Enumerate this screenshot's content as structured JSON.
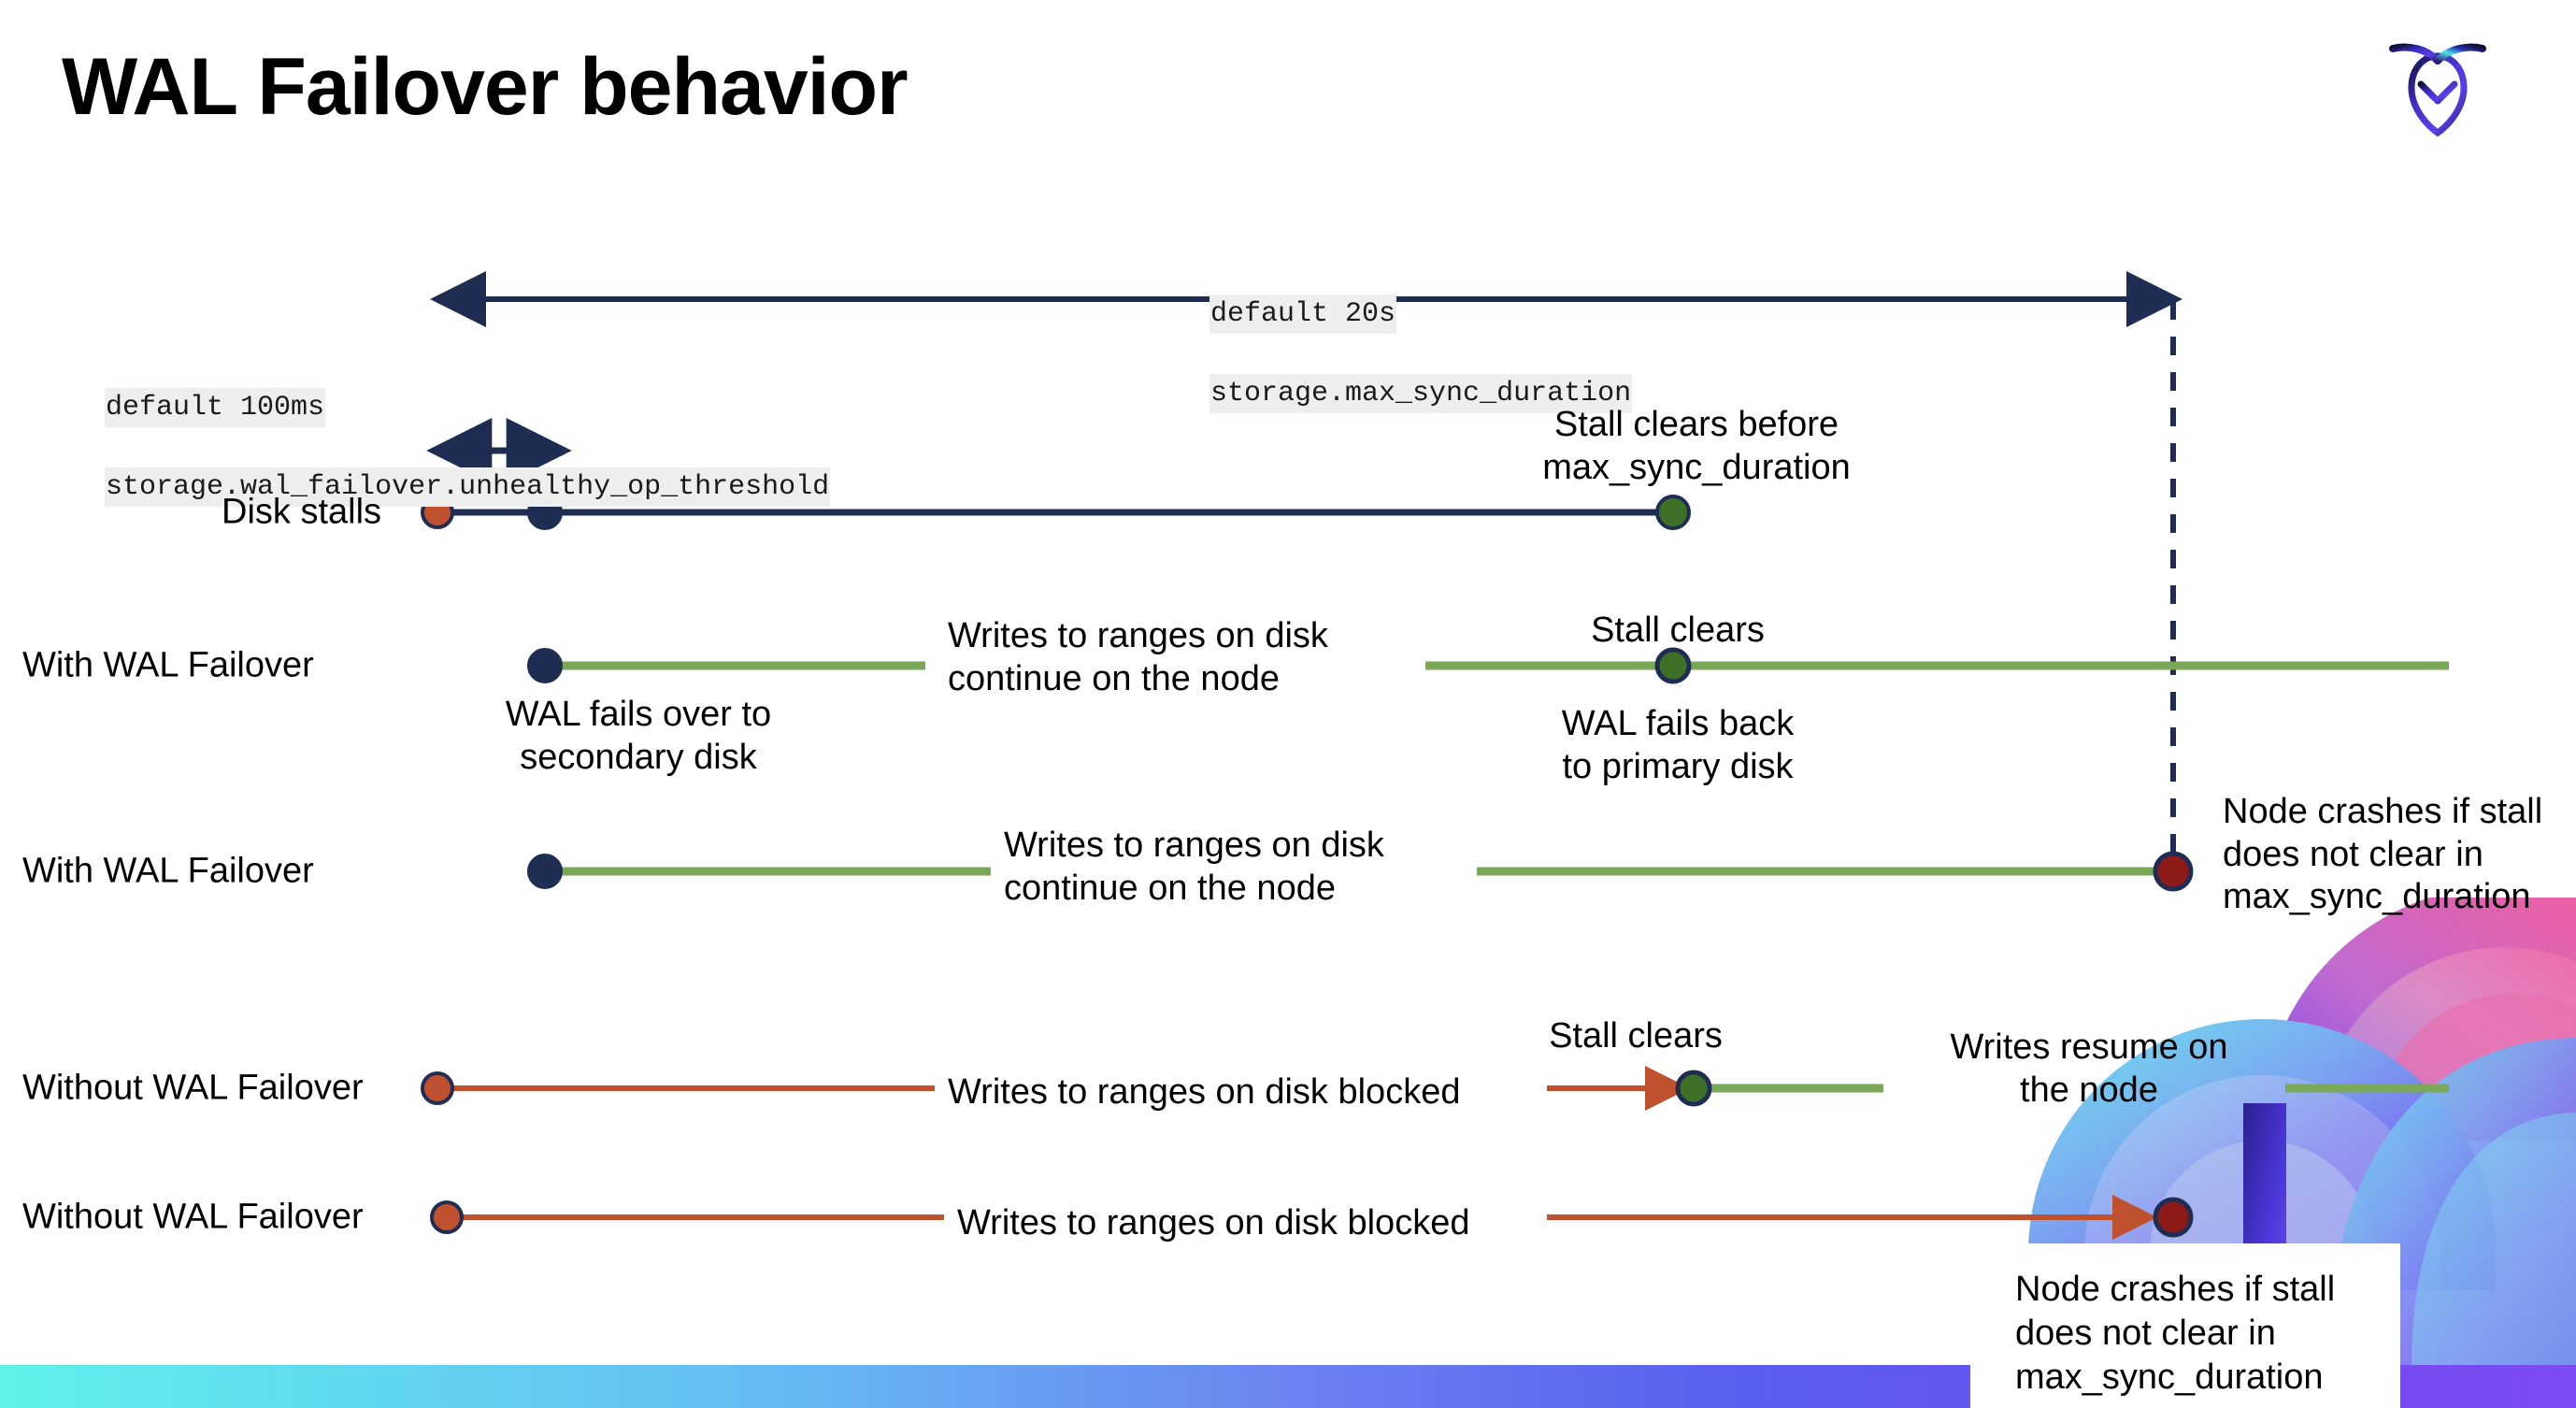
{
  "slide": {
    "title": "WAL Failover behavior",
    "logo_name": "cockroachdb-logo"
  },
  "settings": {
    "max_sync": {
      "default_line": "default 20s",
      "setting_line": "storage.max_sync_duration"
    },
    "unhealthy_op": {
      "default_line": "default 100ms",
      "setting_line": "storage.wal_failover.unhealthy_op_threshold"
    }
  },
  "colors": {
    "navy": "#1f2d52",
    "orange": "#c0512f",
    "green_line": "#7aa758",
    "green_dot": "#3f7028",
    "dark_red": "#8d1a17",
    "code_bg": "#eeeeee"
  },
  "rows": [
    {
      "label": "Disk stalls",
      "annotation": "Stall clears before\nmax_sync_duration"
    },
    {
      "label": "With WAL Failover",
      "annot_mid": "Writes to ranges on disk\ncontinue on the node",
      "annot_below_start": "WAL fails over to\nsecondary disk",
      "annot_above_clear": "Stall clears",
      "annot_below_clear": "WAL fails  back\nto primary disk"
    },
    {
      "label": "With WAL Failover",
      "annot_mid": "Writes to ranges on disk\ncontinue on the node",
      "annot_right": "Node crashes if stall\ndoes not clear in\nmax_sync_duration"
    },
    {
      "label": "Without WAL Failover",
      "annot_mid": "Writes to ranges on disk  blocked",
      "annot_above_clear": "Stall clears",
      "annot_right": "Writes resume on\nthe node"
    },
    {
      "label": "Without WAL Failover",
      "annot_mid": "Writes to ranges on disk  blocked",
      "annot_right": "Node crashes if stall\ndoes not clear in\nmax_sync_duration"
    }
  ]
}
